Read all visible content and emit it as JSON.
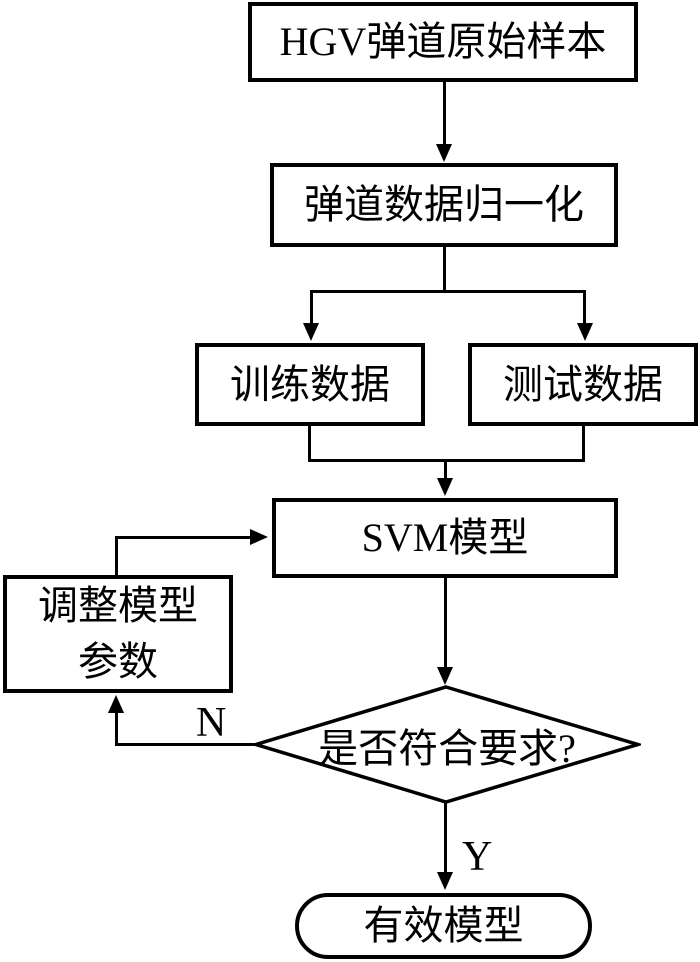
{
  "diagram": {
    "type": "flowchart",
    "colors": {
      "line": "#000000",
      "background": "#ffffff",
      "text": "#000000"
    },
    "nodes": {
      "start": {
        "shape": "rectangle",
        "label": "HGV弹道原始样本"
      },
      "normalize": {
        "shape": "rectangle",
        "label": "弹道数据归一化"
      },
      "train_data": {
        "shape": "rectangle",
        "label": "训练数据"
      },
      "test_data": {
        "shape": "rectangle",
        "label": "测试数据"
      },
      "svm_model": {
        "shape": "rectangle",
        "label": "SVM模型"
      },
      "adjust_params": {
        "shape": "rectangle",
        "label": "调整模型参数",
        "lines": [
          "调整模型",
          "参数"
        ]
      },
      "decision": {
        "shape": "diamond",
        "label": "是否符合要求?"
      },
      "valid_model": {
        "shape": "stadium",
        "label": "有效模型"
      }
    },
    "edges": [
      {
        "from": "start",
        "to": "normalize",
        "label": ""
      },
      {
        "from": "normalize",
        "to": "train_data",
        "label": ""
      },
      {
        "from": "normalize",
        "to": "test_data",
        "label": ""
      },
      {
        "from": "train_data",
        "to": "svm_model",
        "label": ""
      },
      {
        "from": "test_data",
        "to": "svm_model",
        "label": ""
      },
      {
        "from": "svm_model",
        "to": "decision",
        "label": ""
      },
      {
        "from": "decision",
        "to": "adjust_params",
        "label": "N"
      },
      {
        "from": "adjust_params",
        "to": "svm_model",
        "label": ""
      },
      {
        "from": "decision",
        "to": "valid_model",
        "label": "Y"
      }
    ],
    "edge_labels": {
      "no": "N",
      "yes": "Y"
    }
  }
}
